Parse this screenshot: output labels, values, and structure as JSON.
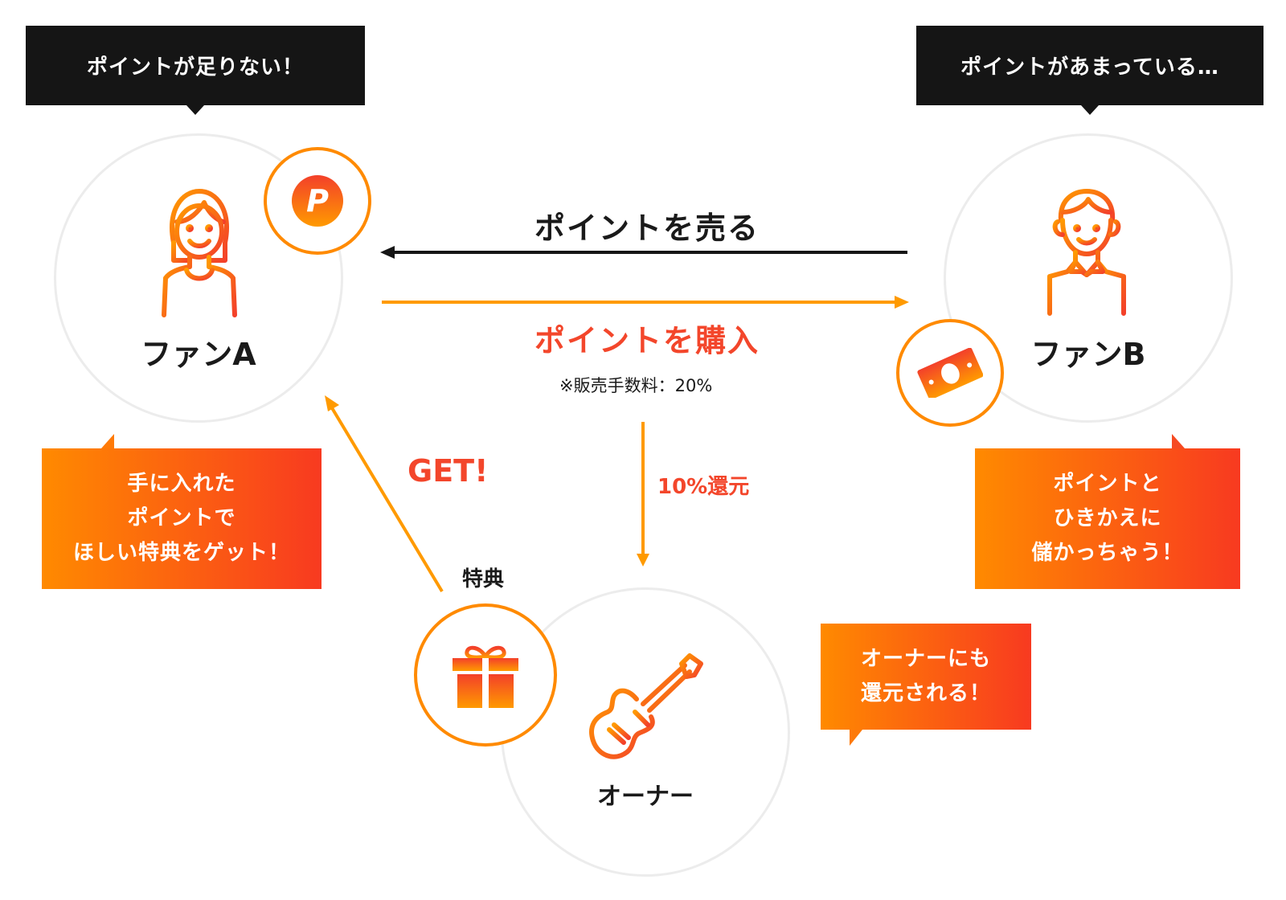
{
  "bubbles": {
    "fan_a": "ポイントが足りない！",
    "fan_b": "ポイントがあまっている…"
  },
  "actors": {
    "fan_a": "ファンA",
    "fan_b": "ファンB",
    "owner": "オーナー"
  },
  "arrows": {
    "sell_label": "ポイントを売る",
    "buy_label": "ポイントを購入",
    "fee_note": "※販売手数料：20%",
    "rebate_label": "10%還元",
    "get_label": "GET!",
    "perk_label": "特典"
  },
  "callouts": {
    "fan_a": [
      "手に入れた",
      "ポイントで",
      "ほしい特典をゲット！"
    ],
    "fan_b": [
      "ポイントと",
      "ひきかえに",
      "儲かっちゃう！"
    ],
    "owner": [
      "オーナーにも",
      "還元される！"
    ]
  },
  "icons": {
    "point_coin": "point-coin-icon",
    "money": "money-bill-icon",
    "gift": "gift-icon",
    "guitar": "guitar-icon",
    "woman": "woman-icon",
    "man": "man-icon"
  },
  "colors": {
    "orange": "#ff8a00",
    "red": "#f3462b",
    "dark": "#151515",
    "ring": "#ececec"
  }
}
